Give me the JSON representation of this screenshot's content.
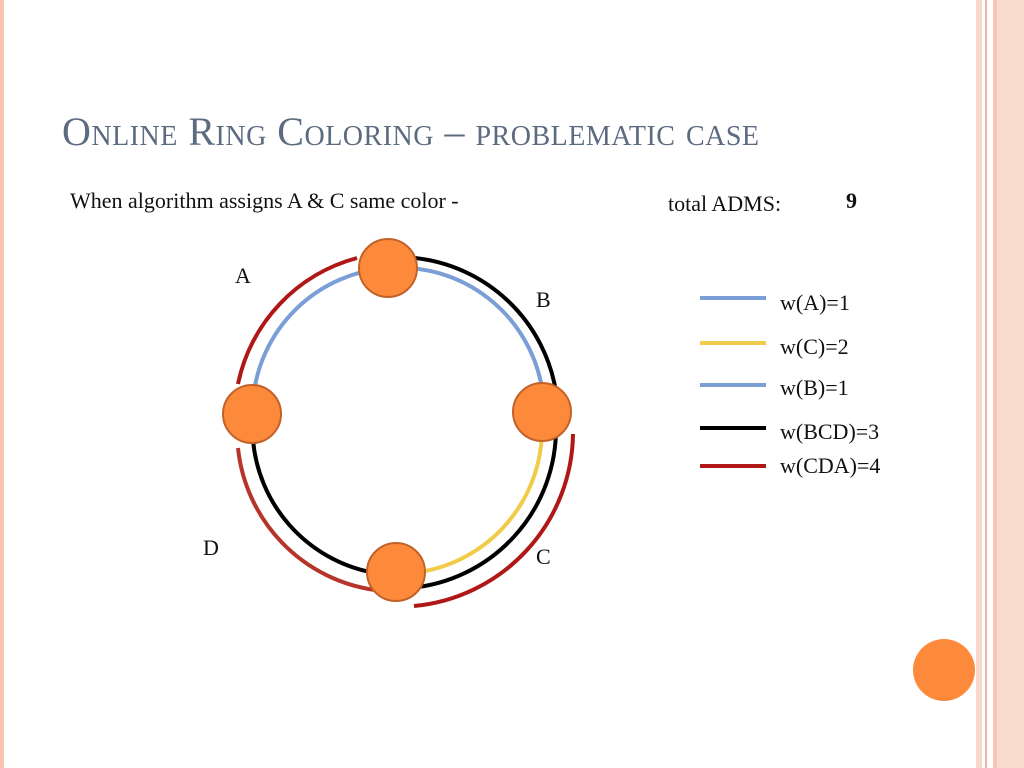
{
  "slide": {
    "title": "Online Ring Coloring – problematic case",
    "subtitle": "When  algorithm assigns A & C same color -",
    "total_label": "total ADMS:",
    "total_value": "9"
  },
  "diagram": {
    "node_labels": {
      "a": "A",
      "b": "B",
      "c": "C",
      "d": "D"
    },
    "legend": [
      {
        "label": "w(A)=1",
        "color": "#7b9ed6"
      },
      {
        "label": "w(C)=2",
        "color": "#f1cb4a"
      },
      {
        "label": "w(B)=1",
        "color": "#7b9ed6"
      },
      {
        "label": "w(BCD)=3",
        "color": "#000000"
      },
      {
        "label": "w(CDA)=4",
        "color": "#b01818"
      }
    ],
    "colors": {
      "node_fill": "#fd8a3a",
      "node_stroke": "#c2622a",
      "title": "#5c6b80",
      "accent_stripe": "#f6c6b3"
    }
  }
}
